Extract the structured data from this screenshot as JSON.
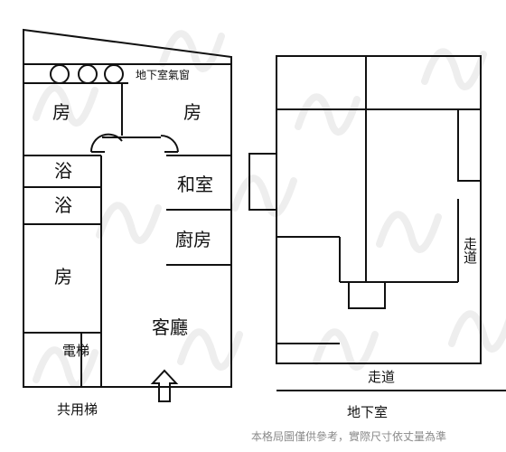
{
  "main_floor": {
    "rooms": {
      "room_top_left": "房",
      "room_top_right": "房",
      "bath_1": "浴",
      "bath_2": "浴",
      "japanese_room": "和室",
      "kitchen": "廚房",
      "room_left": "房",
      "living_room": "客廳",
      "elevator": "電梯"
    },
    "basement_window_label": "地下室氣窗",
    "shared_stairs_label": "共用梯"
  },
  "basement": {
    "title": "地下室",
    "corridor_bottom": "走道",
    "corridor_right": "走道"
  },
  "disclaimer": "本格局圖僅供參考，實際尺寸依丈量為準"
}
